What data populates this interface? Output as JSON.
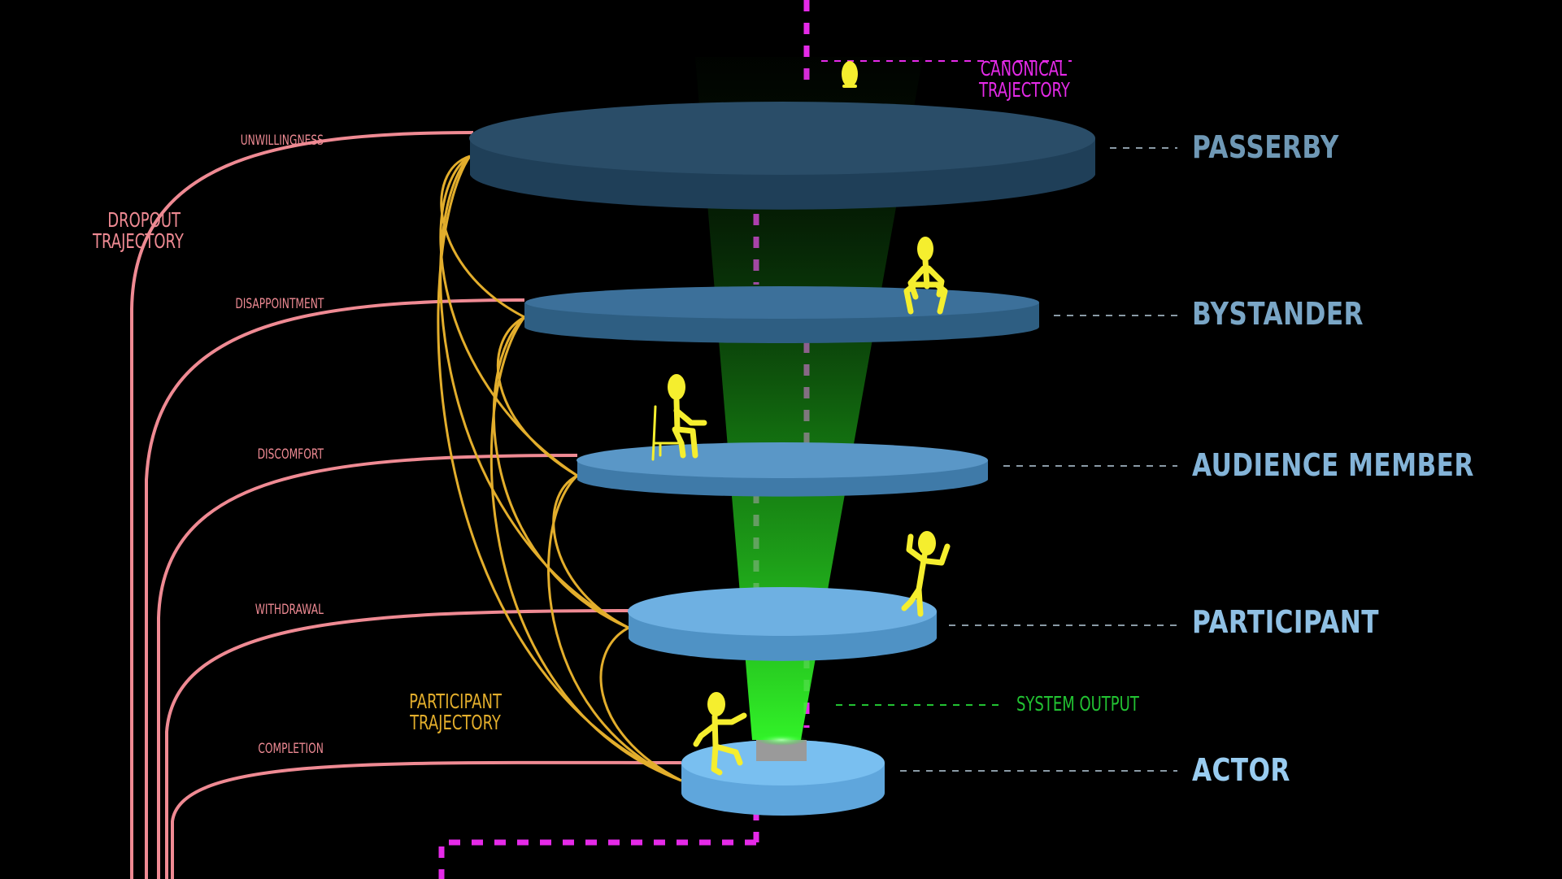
{
  "colors": {
    "background": "#000000",
    "canonical": "#e52ae8",
    "dropout": "#ef8a93",
    "participant_path": "#e3ae2c",
    "system_output": "#22c232",
    "figure": "#f5ee2e",
    "stage_label": "#8fc6ea"
  },
  "labels": {
    "canonical_line1": "CANONICAL",
    "canonical_line2": "TRAJECTORY",
    "dropout_line1": "DROPOUT",
    "dropout_line2": "TRAJECTORY",
    "participant_line1": "PARTICIPANT",
    "participant_line2": "TRAJECTORY",
    "system_output": "SYSTEM OUTPUT"
  },
  "stages": [
    {
      "name": "PASSERBY",
      "reason": "UNWILLINGNESS",
      "figure": "standing-person-icon"
    },
    {
      "name": "BYSTANDER",
      "reason": "DISAPPOINTMENT",
      "figure": "crouching-person-icon"
    },
    {
      "name": "AUDIENCE MEMBER",
      "reason": "DISCOMFORT",
      "figure": "seated-person-icon"
    },
    {
      "name": "PARTICIPANT",
      "reason": "WITHDRAWAL",
      "figure": "dancing-person-icon"
    },
    {
      "name": "ACTOR",
      "reason": "COMPLETION",
      "figure": "acting-person-icon"
    }
  ]
}
